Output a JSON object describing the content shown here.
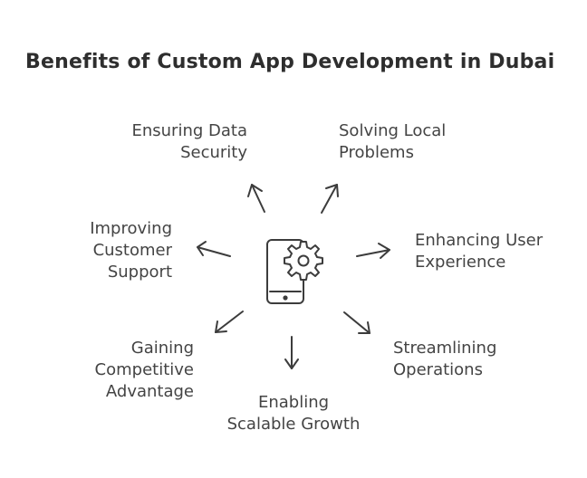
{
  "title": "Benefits of Custom App Development in Dubai",
  "center_icon": "smartphone-gear-icon",
  "benefits": [
    {
      "lines": [
        "Ensuring Data",
        "Security"
      ]
    },
    {
      "lines": [
        "Solving Local",
        "Problems"
      ]
    },
    {
      "lines": [
        "Enhancing User",
        "Experience"
      ]
    },
    {
      "lines": [
        "Streamlining",
        "Operations"
      ]
    },
    {
      "lines": [
        "Enabling",
        "Scalable Growth"
      ]
    },
    {
      "lines": [
        "Gaining",
        "Competitive",
        "Advantage"
      ]
    },
    {
      "lines": [
        "Improving",
        "Customer",
        "Support"
      ]
    }
  ],
  "colors": {
    "stroke": "#3c3c3c",
    "text": "#444444",
    "background": "#ffffff"
  }
}
